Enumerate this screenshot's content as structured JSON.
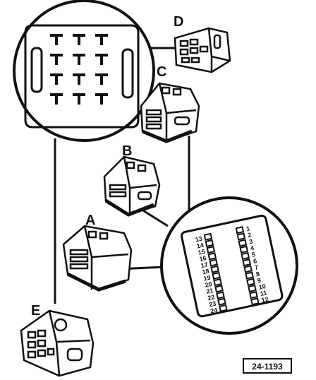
{
  "labels": {
    "a": "A",
    "b": "B",
    "c": "C",
    "d": "D",
    "e": "E"
  },
  "pin_numbers": [
    "1",
    "2",
    "3",
    "4",
    "5",
    "6",
    "7",
    "8",
    "9",
    "10",
    "11",
    "12",
    "13",
    "14",
    "15",
    "16",
    "17",
    "18",
    "19",
    "20",
    "21",
    "22",
    "23",
    "24"
  ],
  "figure_ref": "24-1193",
  "colors": {
    "ink": "#111111",
    "paper": "#ffffff"
  },
  "icons": {
    "connectors": [
      "connector-d",
      "connector-c",
      "connector-b",
      "connector-a",
      "connector-e"
    ],
    "magnifiers": [
      "magnifier-t-terminals",
      "magnifier-pin-layout"
    ]
  }
}
